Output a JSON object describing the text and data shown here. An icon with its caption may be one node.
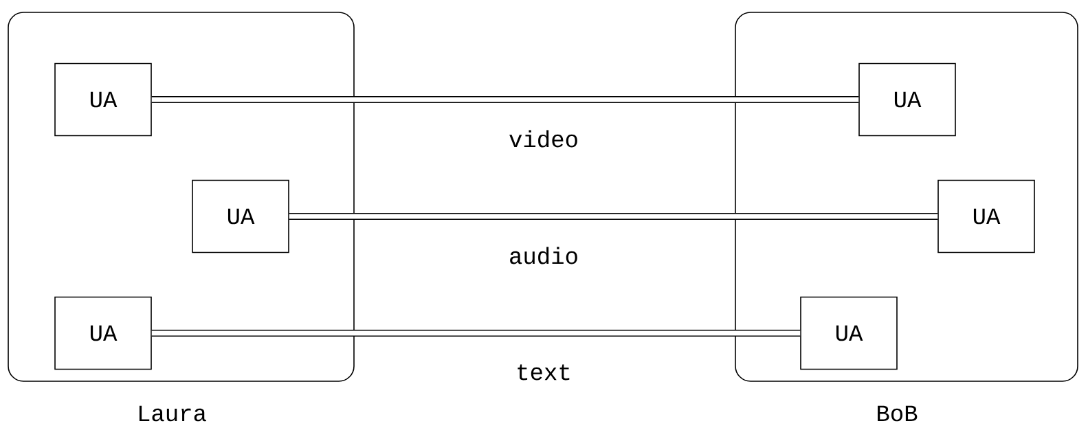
{
  "diagram": {
    "nodes": [
      {
        "text": [
          "Laura"
        ]
      },
      {
        "text": [
          "UA"
        ],
        "in": 0
      },
      {
        "text": [
          "UA"
        ],
        "in": 0
      },
      {
        "text": [
          "UA"
        ],
        "in": 0
      },
      {
        "text": [
          "BoB"
        ]
      },
      {
        "text": [
          "UA"
        ],
        "in": 4
      },
      {
        "text": [
          "UA"
        ],
        "in": 4
      },
      {
        "text": [
          "UA"
        ],
        "in": 4
      }
    ],
    "edges": [
      {
        "from": 1,
        "to": 5,
        "arrow": "none",
        "label": "video"
      },
      {
        "from": 2,
        "to": 6,
        "arrow": "none",
        "label": "audio"
      },
      {
        "from": 3,
        "to": 7,
        "arrow": "none",
        "label": "text"
      }
    ]
  }
}
